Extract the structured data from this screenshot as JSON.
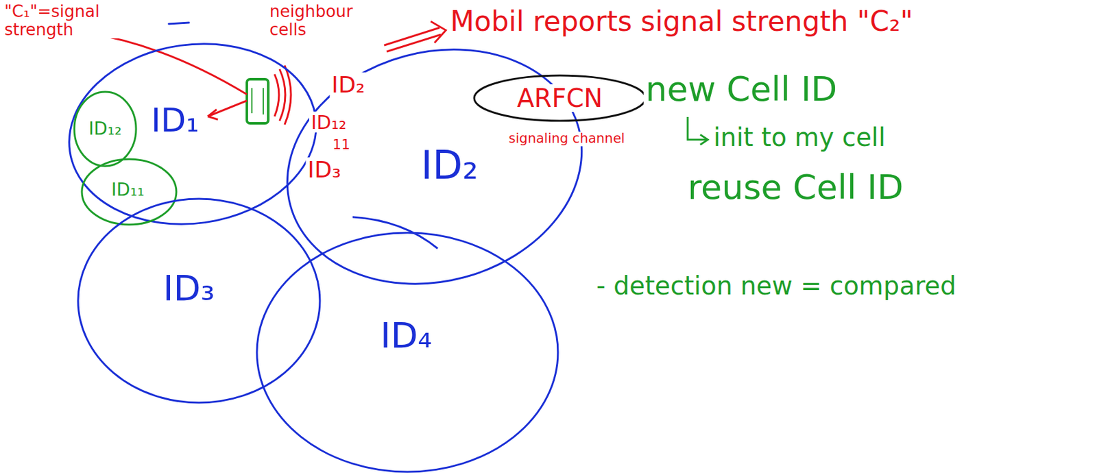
{
  "diagram": {
    "nodes": [
      {
        "text": [
          "ID₁"
        ]
      },
      {
        "text": [
          "ID₁₂"
        ],
        "in": 0
      },
      {
        "text": [
          "ID₁₁"
        ],
        "in": 0
      },
      {
        "text": [
          "ID₂"
        ]
      },
      {
        "text": [
          "ARFCN",
          "signaling channel"
        ]
      },
      {
        "text": [
          "ID₃"
        ]
      },
      {
        "text": [
          "ID₄"
        ]
      }
    ],
    "labels": [
      "\"C₁\"=signal strength",
      "neighbour cells",
      "Mobil reports signal strength \"C₂\"",
      "ID₂",
      "ID₁₂",
      "11",
      "ID₃",
      "new Cell ID",
      "init to my cell",
      "reuse Cell ID",
      "- detection new = compared"
    ]
  }
}
